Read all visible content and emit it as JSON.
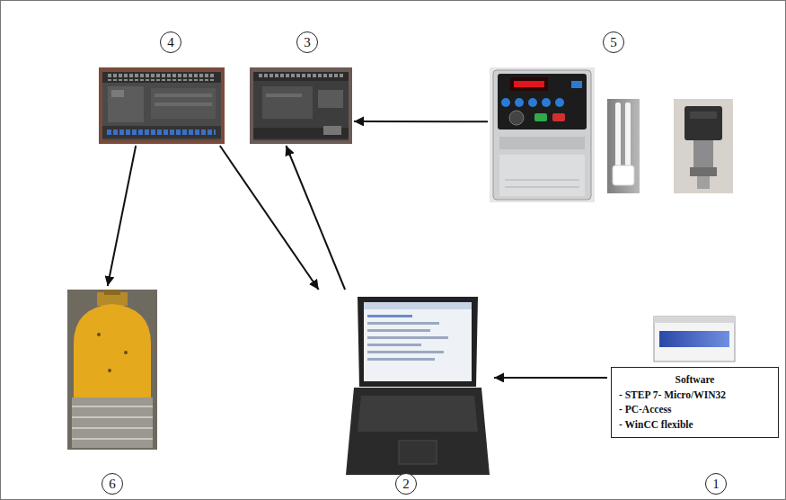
{
  "diagram": {
    "nodes": [
      {
        "text": [
          "4"
        ]
      },
      {
        "text": [
          "3"
        ]
      },
      {
        "text": [
          "5"
        ]
      },
      {
        "text": [
          "6"
        ]
      },
      {
        "text": [
          "2"
        ]
      },
      {
        "text": [
          "1"
        ]
      },
      {
        "text": [
          "Software",
          "- STEP 7- Micro/WIN32",
          "- PC-Access",
          "- WinCC flexible"
        ],
        "in": 5
      }
    ],
    "edges": [
      {
        "from": 2,
        "to": 1,
        "arrow": "to"
      },
      {
        "from": 0,
        "to": 3,
        "arrow": "to"
      },
      {
        "from": 0,
        "to": 4,
        "arrow": "to"
      },
      {
        "from": 4,
        "to": 1,
        "arrow": "to"
      },
      {
        "from": 5,
        "to": 4,
        "arrow": "to"
      }
    ]
  }
}
